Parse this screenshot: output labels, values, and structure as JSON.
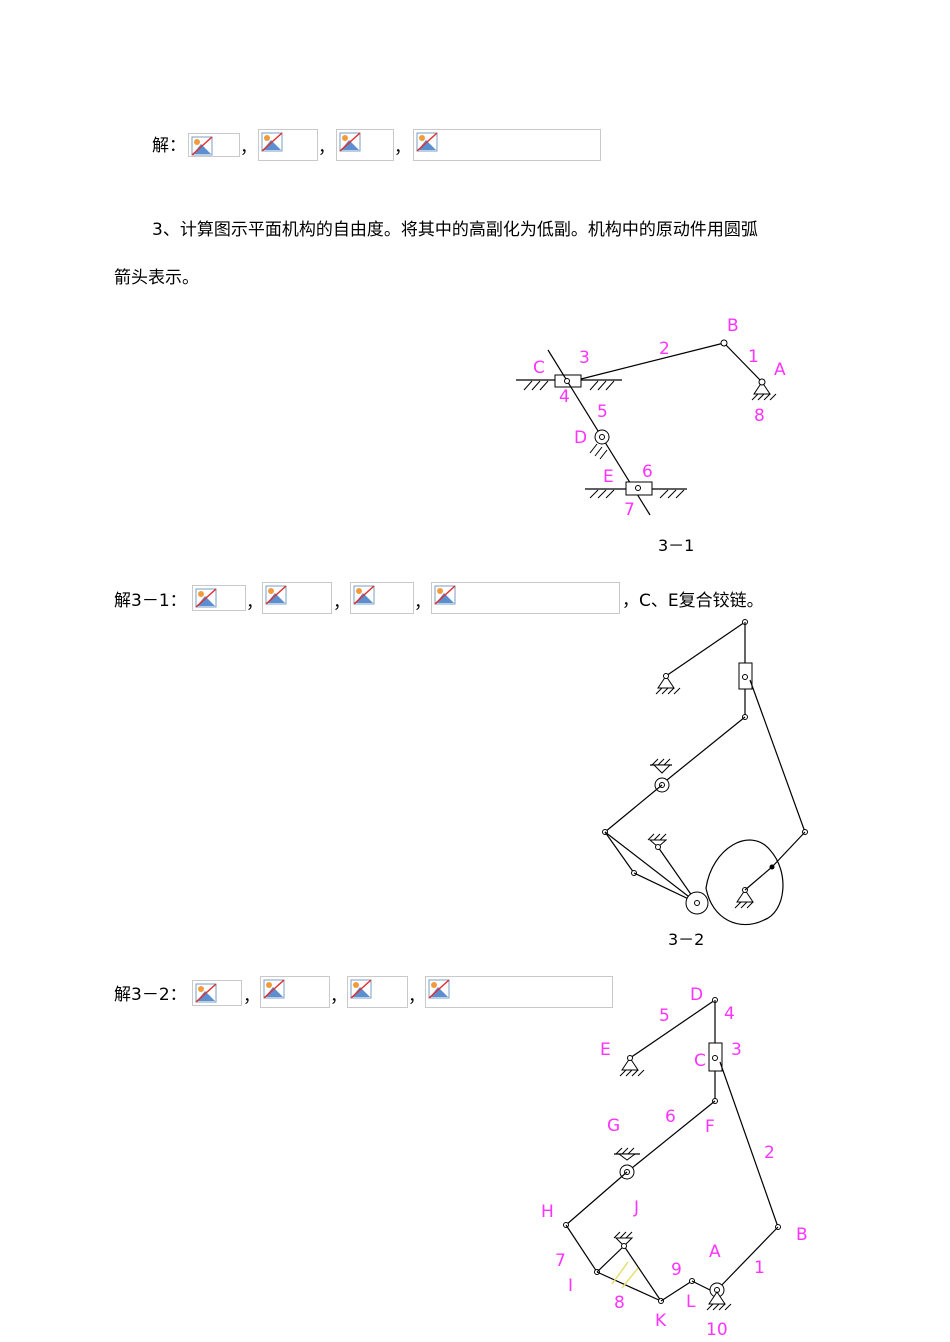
{
  "section1": {
    "prefix": "解：",
    "comma": "，"
  },
  "question3": {
    "line1": "3、计算图示平面机构的自由度。将其中的高副化为低副。机构中的原动件用圆弧",
    "line2": "箭头表示。"
  },
  "fig31": {
    "caption": "3－1",
    "labels": {
      "B": "B",
      "n1": "1",
      "A": "A",
      "n8": "8",
      "n2": "2",
      "C": "C",
      "n3": "3",
      "n4": "4",
      "n5": "5",
      "D": "D",
      "E": "E",
      "n6": "6",
      "n7": "7"
    }
  },
  "answer31": {
    "prefix": "解3－1：",
    "suffix": "，C、E复合铰链。",
    "comma": "，"
  },
  "fig32": {
    "caption": "3－2"
  },
  "answer32": {
    "prefix": "解3－2：",
    "comma": "，"
  },
  "fig33": {
    "labels": {
      "D": "D",
      "n4": "4",
      "n5": "5",
      "E": "E",
      "C": "C",
      "n3": "3",
      "G": "G",
      "n6": "6",
      "F": "F",
      "n2": "2",
      "H": "H",
      "J": "J",
      "B": "B",
      "n7": "7",
      "A": "A",
      "n1": "1",
      "I": "I",
      "n9": "9",
      "n8": "8",
      "K": "K",
      "L": "L",
      "n10": "10"
    }
  }
}
